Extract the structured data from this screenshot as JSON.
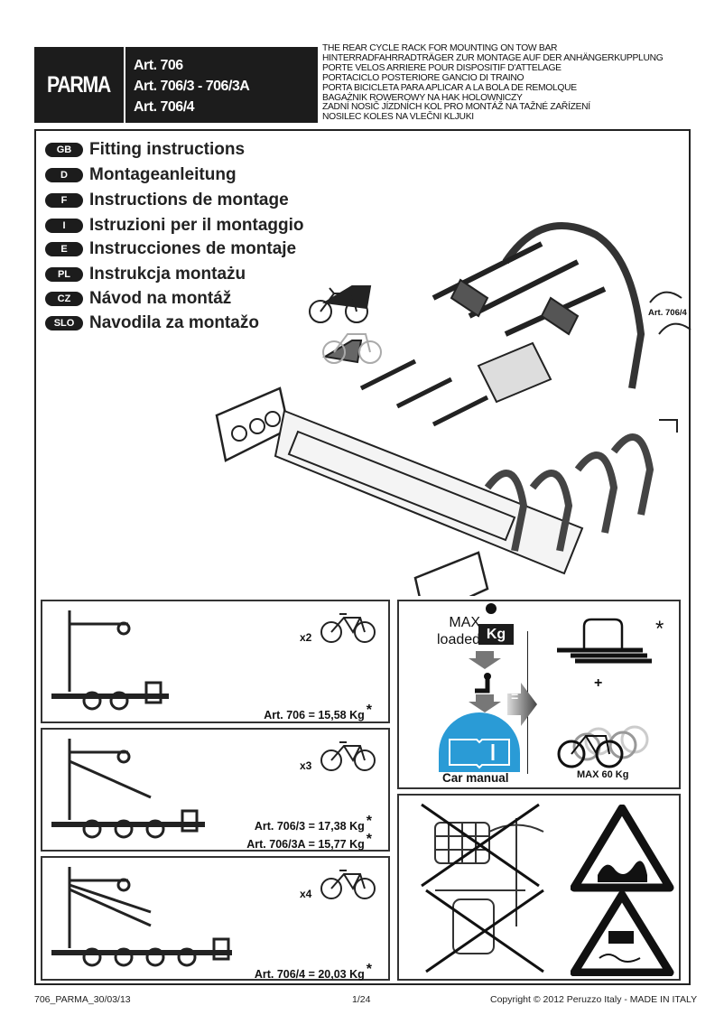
{
  "header": {
    "brand": "PARMA",
    "articles": [
      "Art. 706",
      "Art. 706/3 - 706/3A",
      "Art. 706/4"
    ],
    "descriptions": [
      "THE REAR CYCLE RACK FOR MOUNTING ON TOW BAR",
      "HINTERRADFAHRRADTRÄGER ZUR MONTAGE AUF DER ANHÄNGERKUPPLUNG",
      "PORTE VELOS ARRIERE POUR DISPOSITIF D'ATTELAGE",
      "PORTACICLO POSTERIORE GANCIO DI TRAINO",
      "PORTA BICICLETA PARA APLICAR A LA BOLA DE REMOLQUE",
      "BAGAŻNIK ROWEROWY NA HAK HOLOWNICZY",
      "ZADNÍ NOSIČ JÍZDNÍCH KOL PRO MONTÁŽ NA TAŽNÉ ZAŘÍZENÍ",
      "NOSILEC KOLES NA VLEČNI KLJUKI"
    ]
  },
  "languages": [
    {
      "code": "GB",
      "label": "Fitting instructions"
    },
    {
      "code": "D",
      "label": "Montageanleitung"
    },
    {
      "code": "F",
      "label": "Instructions de montage"
    },
    {
      "code": "I",
      "label": "Istruzioni per il montaggio"
    },
    {
      "code": "E",
      "label": "Instrucciones de montaje"
    },
    {
      "code": "PL",
      "label": "Instrukcja montażu"
    },
    {
      "code": "CZ",
      "label": "Návod na montáž"
    },
    {
      "code": "SLO",
      "label": "Navodila za montažo"
    }
  ],
  "illustration": {
    "callout": "Art. 706/4"
  },
  "models": [
    {
      "count": "x2",
      "weights": [
        "Art. 706 = 15,58 Kg"
      ]
    },
    {
      "count": "x3",
      "weights": [
        "Art. 706/3 = 17,38 Kg",
        "Art. 706/3A = 15,77 Kg"
      ]
    },
    {
      "count": "x4",
      "weights": [
        "Art. 706/4 = 20,03 Kg"
      ]
    }
  ],
  "asterisk": "*",
  "load": {
    "max": "MAX",
    "loaded": "loaded",
    "kg": "Kg",
    "equals": "=",
    "plus": "+",
    "car_manual": "Car manual",
    "max_bikes": "MAX 60 Kg"
  },
  "footer": {
    "code": "706_PARMA_30/03/13",
    "page": "1/24",
    "copyright": "Copyright © 2012 Peruzzo Italy - MADE IN ITALY"
  }
}
